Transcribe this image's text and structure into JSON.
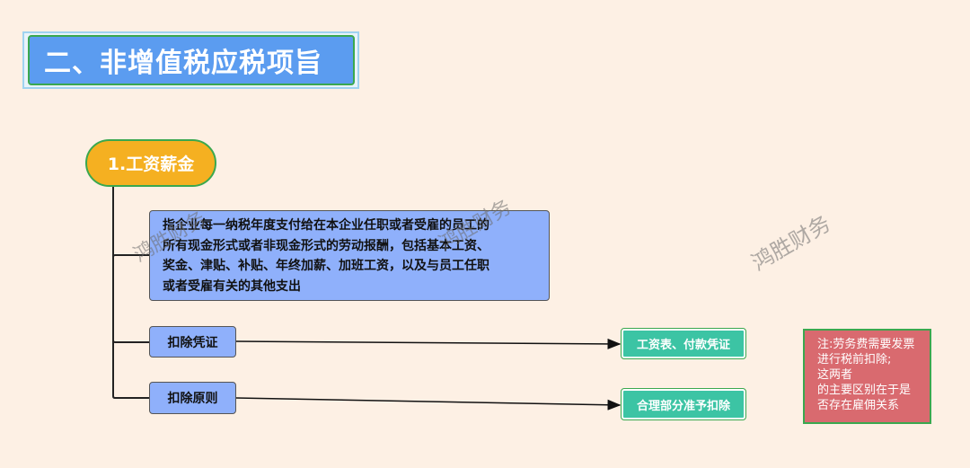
{
  "title": "二、非增值税应税项旨",
  "root": {
    "label": "1.工资薪金"
  },
  "definition": {
    "lines": [
      "指企业每一纳税年度支付给在本企业任职或者受雇的员工的",
      "所有现金形式或者非现金形式的劳动报酬，包括基本工资、",
      "奖金、津贴、补贴、年终加薪、加班工资，以及与员工任职",
      "或者受雇有关的其他支出"
    ]
  },
  "deduction_voucher": {
    "label": "扣除凭证",
    "result": "工资表、付款凭证"
  },
  "deduction_principle": {
    "label": "扣除原则",
    "result": "合理部分准予扣除"
  },
  "note": {
    "lines": [
      "注:劳务费需要发票",
      "进行税前扣除;",
      "这两者",
      "的主要区别在于是",
      "否存在雇佣关系"
    ]
  },
  "watermark": {
    "text": "鸿胜财务"
  },
  "colors": {
    "background": "#fdf0e4",
    "title_fill": "#5b9cf0",
    "root_fill": "#f5b021",
    "blue_box": "#8fb0fb",
    "teal_box": "#3cc4a4",
    "note_box": "#d96a6f",
    "border_green": "#3aa84f"
  }
}
